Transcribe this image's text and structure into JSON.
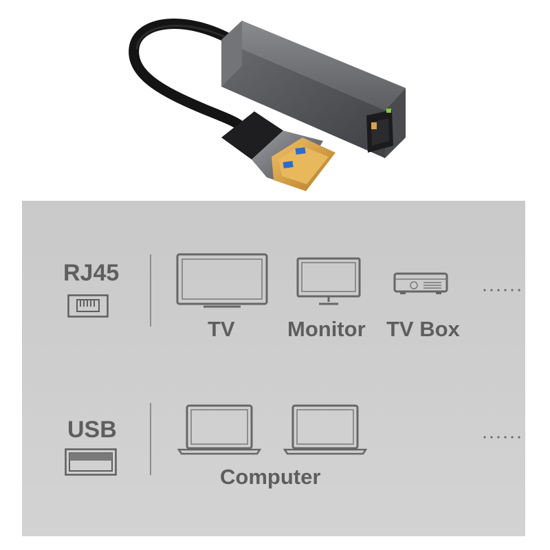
{
  "product": {
    "icon": "usb-to-rj45-ethernet-adapter",
    "body_color": "#5f6063",
    "connector_color": "#d7a34a",
    "port_tab_color": "#2d6ad1",
    "led_color": "#7fd13b"
  },
  "connection_chart": {
    "background": "#cdcdcd",
    "text_color": "#5e5e5e",
    "rows": [
      {
        "port_label": "RJ45",
        "port_icon": "rj45-port-icon",
        "devices": [
          {
            "label": "TV",
            "icon": "tv-icon"
          },
          {
            "label": "Monitor",
            "icon": "monitor-icon"
          },
          {
            "label": "TV Box",
            "icon": "tv-box-icon"
          }
        ],
        "more_icon": "ellipsis-icon"
      },
      {
        "port_label": "USB",
        "port_icon": "usb-port-icon",
        "devices": [
          {
            "label": "Computer",
            "icon": "laptop-icon"
          }
        ],
        "more_icon": "ellipsis-icon"
      }
    ]
  }
}
